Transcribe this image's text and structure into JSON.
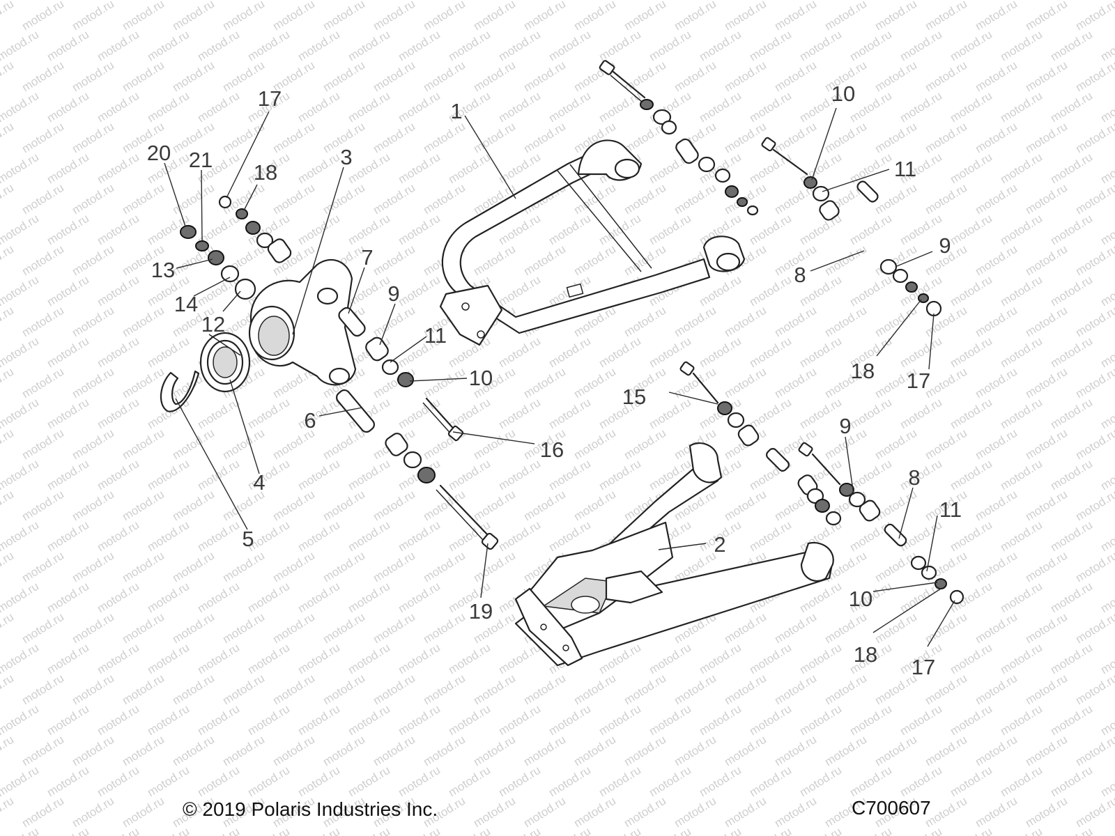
{
  "watermark": {
    "text": "motod.ru",
    "color": "#cfcfcf"
  },
  "callouts": [
    {
      "id": "c1",
      "label": "1"
    },
    {
      "id": "c2",
      "label": "2"
    },
    {
      "id": "c3",
      "label": "3"
    },
    {
      "id": "c4",
      "label": "4"
    },
    {
      "id": "c5",
      "label": "5"
    },
    {
      "id": "c6",
      "label": "6"
    },
    {
      "id": "c7",
      "label": "7"
    },
    {
      "id": "c8a",
      "label": "8"
    },
    {
      "id": "c8b",
      "label": "8"
    },
    {
      "id": "c9a",
      "label": "9"
    },
    {
      "id": "c9b",
      "label": "9"
    },
    {
      "id": "c9c",
      "label": "9"
    },
    {
      "id": "c10a",
      "label": "10"
    },
    {
      "id": "c10b",
      "label": "10"
    },
    {
      "id": "c10c",
      "label": "10"
    },
    {
      "id": "c11a",
      "label": "11"
    },
    {
      "id": "c11b",
      "label": "11"
    },
    {
      "id": "c11c",
      "label": "11"
    },
    {
      "id": "c12",
      "label": "12"
    },
    {
      "id": "c13",
      "label": "13"
    },
    {
      "id": "c14",
      "label": "14"
    },
    {
      "id": "c15",
      "label": "15"
    },
    {
      "id": "c16",
      "label": "16"
    },
    {
      "id": "c17a",
      "label": "17"
    },
    {
      "id": "c17b",
      "label": "17"
    },
    {
      "id": "c17c",
      "label": "17"
    },
    {
      "id": "c18a",
      "label": "18"
    },
    {
      "id": "c18b",
      "label": "18"
    },
    {
      "id": "c18c",
      "label": "18"
    },
    {
      "id": "c19",
      "label": "19"
    },
    {
      "id": "c20",
      "label": "20"
    },
    {
      "id": "c21",
      "label": "21"
    }
  ],
  "footer": {
    "copyright": "© 2019 Polaris Industries Inc.",
    "drawing_code": "C700607"
  }
}
